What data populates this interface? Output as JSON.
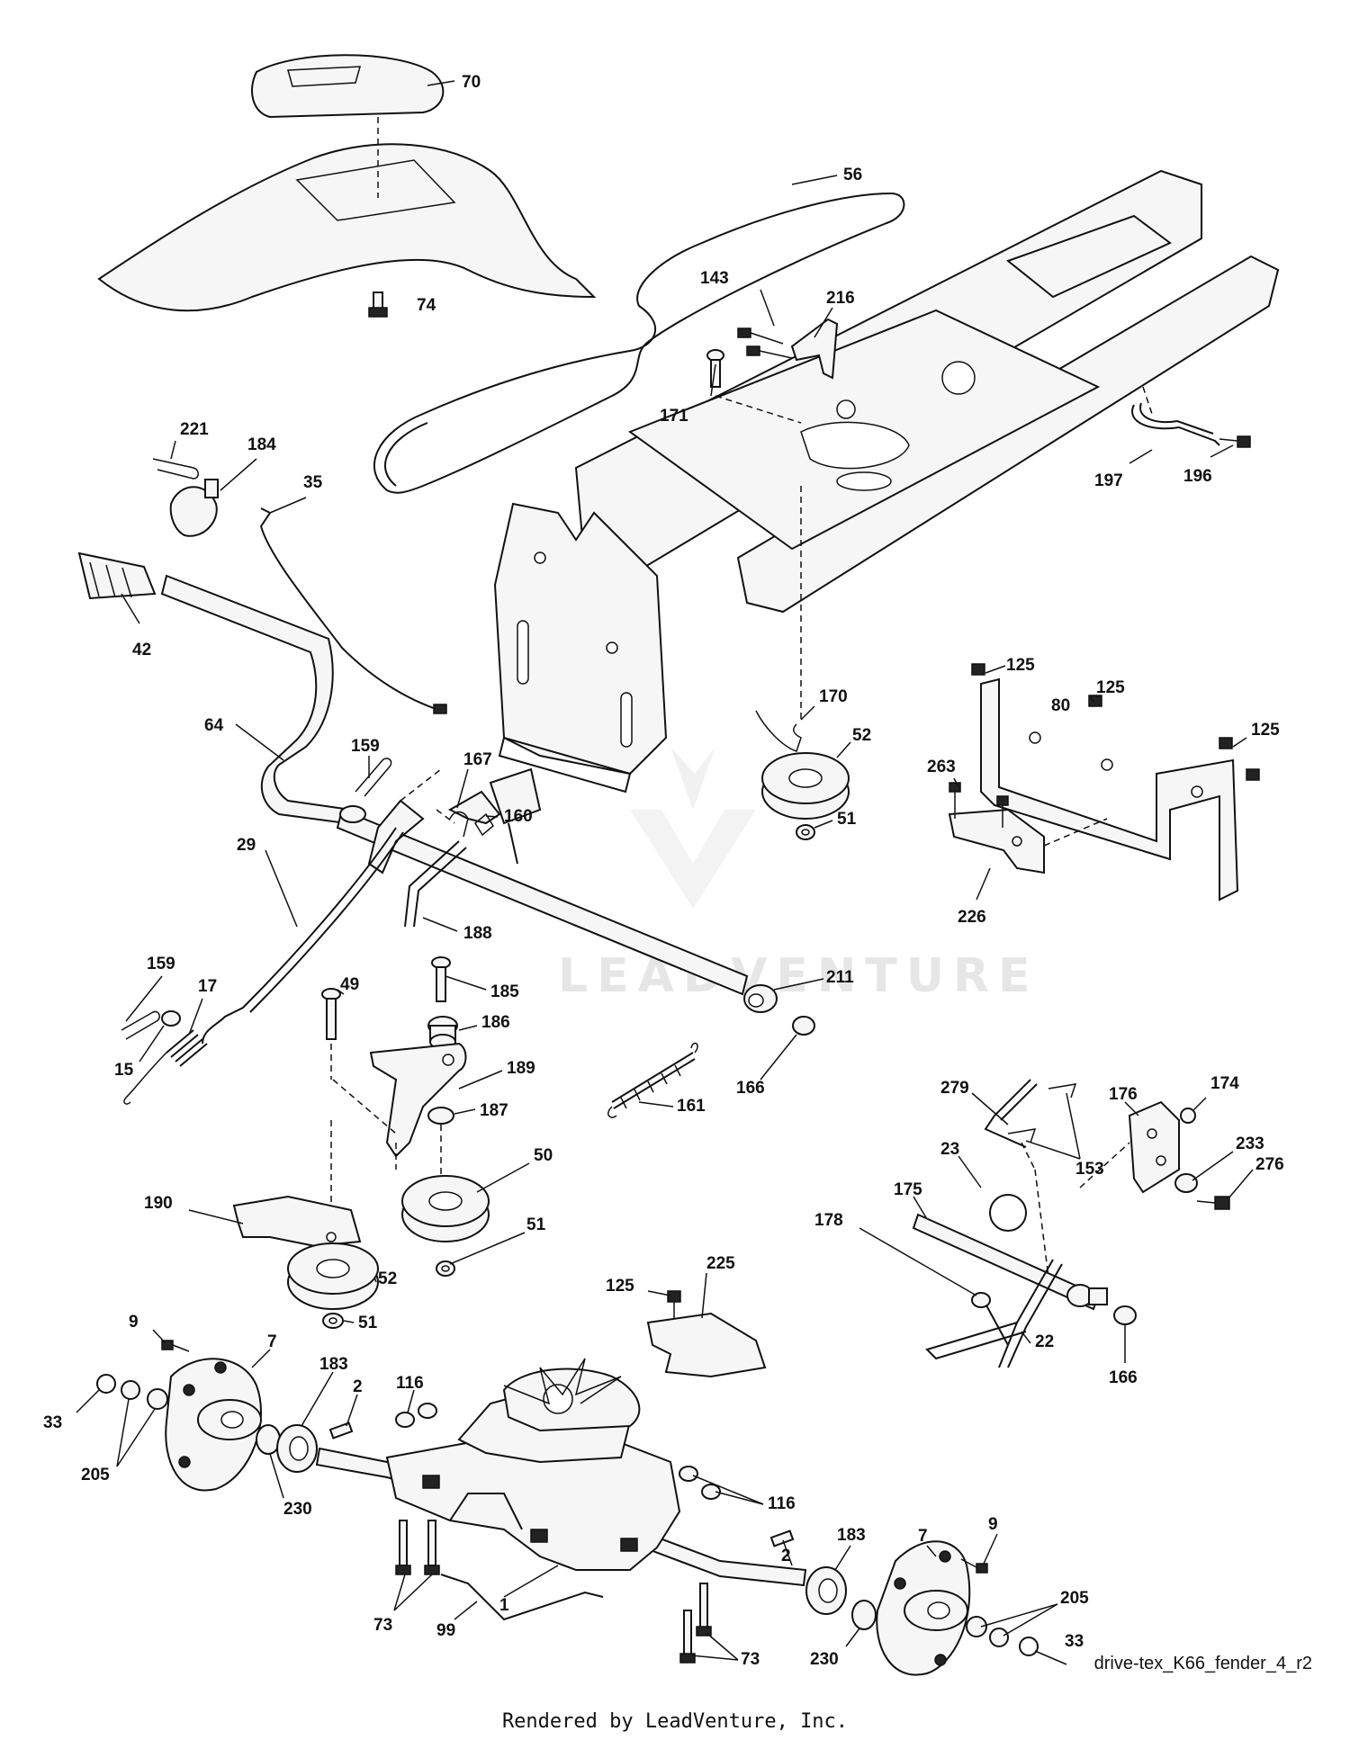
{
  "diagram": {
    "code": "drive-tex_K66_fender_4_r2",
    "footer": "Rendered by LeadVenture, Inc.",
    "watermark": "LEADVENTURE",
    "labels": [
      "70",
      "74",
      "56",
      "143",
      "216",
      "171",
      "197",
      "196",
      "221",
      "184",
      "35",
      "42",
      "64",
      "159",
      "167",
      "160",
      "125",
      "80",
      "125",
      "125",
      "170",
      "52",
      "263",
      "51",
      "226",
      "29",
      "188",
      "185",
      "211",
      "159",
      "17",
      "49",
      "186",
      "15",
      "189",
      "166",
      "187",
      "161",
      "279",
      "176",
      "174",
      "23",
      "153",
      "233",
      "50",
      "276",
      "175",
      "190",
      "178",
      "51",
      "125",
      "225",
      "52",
      "9",
      "51",
      "7",
      "183",
      "116",
      "22",
      "166",
      "33",
      "2",
      "205",
      "230",
      "116",
      "9",
      "2",
      "183",
      "7",
      "205",
      "73",
      "1",
      "99",
      "73",
      "230",
      "33"
    ]
  }
}
